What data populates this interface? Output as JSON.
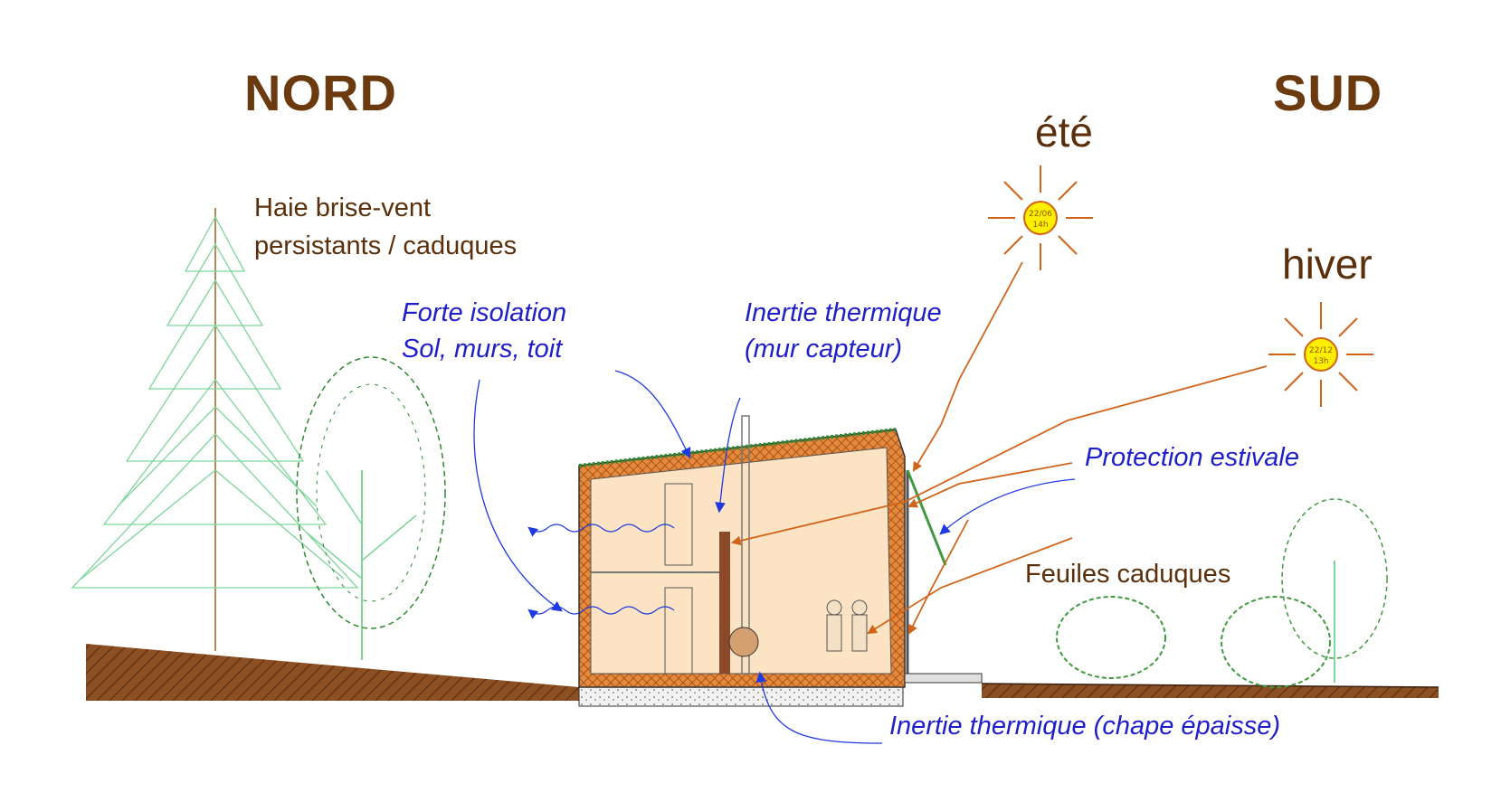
{
  "orientation": {
    "north": "NORD",
    "south": "SUD"
  },
  "seasons": {
    "summer": "été",
    "winter": "hiver"
  },
  "suns": {
    "summer": {
      "date": "22/06",
      "hour": "14h"
    },
    "winter": {
      "date": "22/12",
      "hour": "13h"
    }
  },
  "labels": {
    "hedge": [
      "Haie brise-vent",
      "persistants / caduques"
    ],
    "insulation": [
      "Forte isolation",
      "Sol, murs, toit"
    ],
    "inertia_wall": [
      "Inertie thermique",
      "(mur capteur)"
    ],
    "summer_protection": "Protection estivale",
    "deciduous_leaves": "Feuiles caduques",
    "inertia_floor": "Inertie thermique (chape épaisse)"
  },
  "colors": {
    "heading": "#6b3a0f",
    "annotation_blue": "#1f1fc8",
    "sun_ray": "#d0641a",
    "sun_core": "#ffee00",
    "soil": "#8b4f22",
    "insulation": "#e58a3c",
    "interior": "#fbe3c4",
    "tree_conifer": "#7dd69a",
    "tree_deciduous": "#3f9a3f"
  },
  "icons": [
    "sun-icon",
    "conifer-tree-icon",
    "deciduous-tree-icon",
    "bush-icon",
    "arrow-icon",
    "stove-icon",
    "person-icon"
  ]
}
